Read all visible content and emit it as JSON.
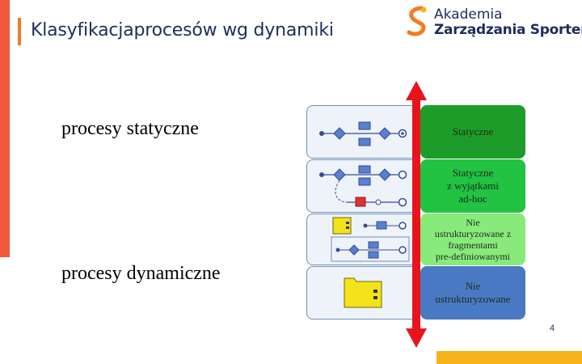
{
  "slide": {
    "title": "Klasyfikacjaprocesów wg dynamiki",
    "bullets": [
      "procesy statyczne",
      "procesy dynamiczne"
    ],
    "page_number": "4"
  },
  "logo": {
    "line1": "Akademia",
    "line2": "Zarządzania Sportem"
  },
  "diagram": {
    "levels": [
      {
        "label_lines": [
          "Statyczne"
        ],
        "color": "#1e9c2a"
      },
      {
        "label_lines": [
          "Statyczne",
          "z wyjątkami",
          "ad-hoc"
        ],
        "color": "#22c242"
      },
      {
        "label_lines": [
          "Nie",
          "ustrukturyzowane z",
          "fragmentami",
          "pre-definiowanymi"
        ],
        "color": "#88ea7b"
      },
      {
        "label_lines": [
          "Nie",
          "ustrukturyzowane"
        ],
        "color": "#4a79c4"
      }
    ],
    "arrow_color": "#e8141c"
  },
  "colors": {
    "title": "#1f2d5c",
    "left_bar": "#f15a3a",
    "bottom_bar": "#f6b21b",
    "accent": "#f47b20"
  }
}
